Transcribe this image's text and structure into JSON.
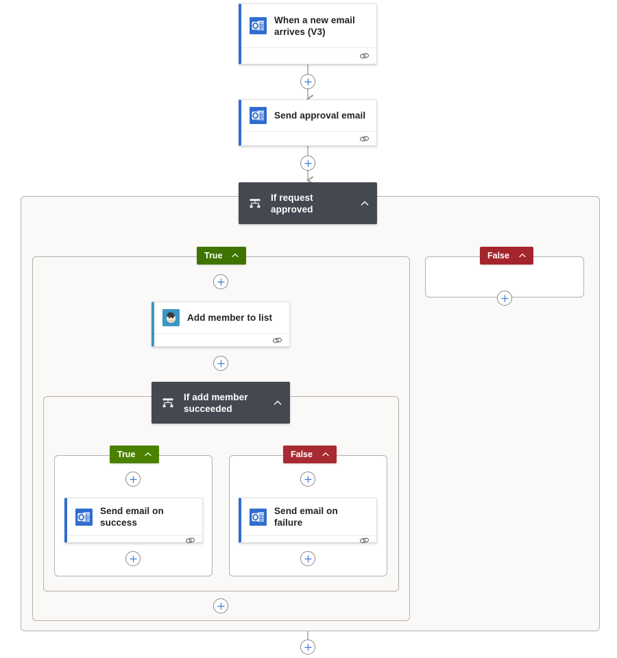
{
  "flow": {
    "name": "email-approval-flow",
    "colors": {
      "true_badge": "#3f7400",
      "true_badge_nested": "#4a8200",
      "false_badge": "#a4262c",
      "false_badge_nested": "#a82b32",
      "condition_header": "#434851",
      "connector_line": "#979593",
      "plus_glyph": "#3a7ad9",
      "outlook_accent": "#2f6dd0",
      "mailchimp_accent": "#3a96c4",
      "scope_border": "#b3b0ad",
      "scope_fill": "#faf9f8"
    },
    "nodes": {
      "trigger": {
        "title": "When a new email arrives (V3)",
        "icon": "outlook-icon",
        "footer_icon": "connection-icon"
      },
      "send_approval": {
        "title": "Send approval email",
        "icon": "outlook-icon",
        "footer_icon": "connection-icon"
      },
      "condition_outer": {
        "title": "If request approved",
        "icon": "condition-branch-icon",
        "collapse_icon": "chevron-up-icon"
      },
      "branch_true_outer": {
        "label": "True",
        "collapse_icon": "chevron-up-icon"
      },
      "branch_false_outer": {
        "label": "False",
        "collapse_icon": "chevron-up-icon"
      },
      "add_member": {
        "title": "Add member to list",
        "icon": "mailchimp-icon",
        "footer_icon": "connection-icon"
      },
      "condition_inner": {
        "title": "If add member succeeded",
        "icon": "condition-branch-icon",
        "collapse_icon": "chevron-up-icon"
      },
      "branch_true_inner": {
        "label": "True",
        "collapse_icon": "chevron-up-icon"
      },
      "branch_false_inner": {
        "label": "False",
        "collapse_icon": "chevron-up-icon"
      },
      "send_success": {
        "title": "Send email on success",
        "icon": "outlook-icon",
        "footer_icon": "connection-icon"
      },
      "send_failure": {
        "title": "Send email on failure",
        "icon": "outlook-icon",
        "footer_icon": "connection-icon"
      }
    },
    "add_buttons": [
      {
        "name": "add-step-after-trigger",
        "glyph": "+"
      },
      {
        "name": "add-step-after-send-approval",
        "glyph": "+"
      },
      {
        "name": "add-step-true-branch-top",
        "glyph": "+"
      },
      {
        "name": "add-step-false-branch",
        "glyph": "+"
      },
      {
        "name": "add-step-after-add-member",
        "glyph": "+"
      },
      {
        "name": "add-step-inner-true-top",
        "glyph": "+"
      },
      {
        "name": "add-step-inner-false-top",
        "glyph": "+"
      },
      {
        "name": "add-step-inner-true-bottom",
        "glyph": "+"
      },
      {
        "name": "add-step-inner-false-bottom",
        "glyph": "+"
      },
      {
        "name": "add-step-true-branch-bottom",
        "glyph": "+"
      },
      {
        "name": "add-step-after-condition",
        "glyph": "+"
      }
    ]
  }
}
